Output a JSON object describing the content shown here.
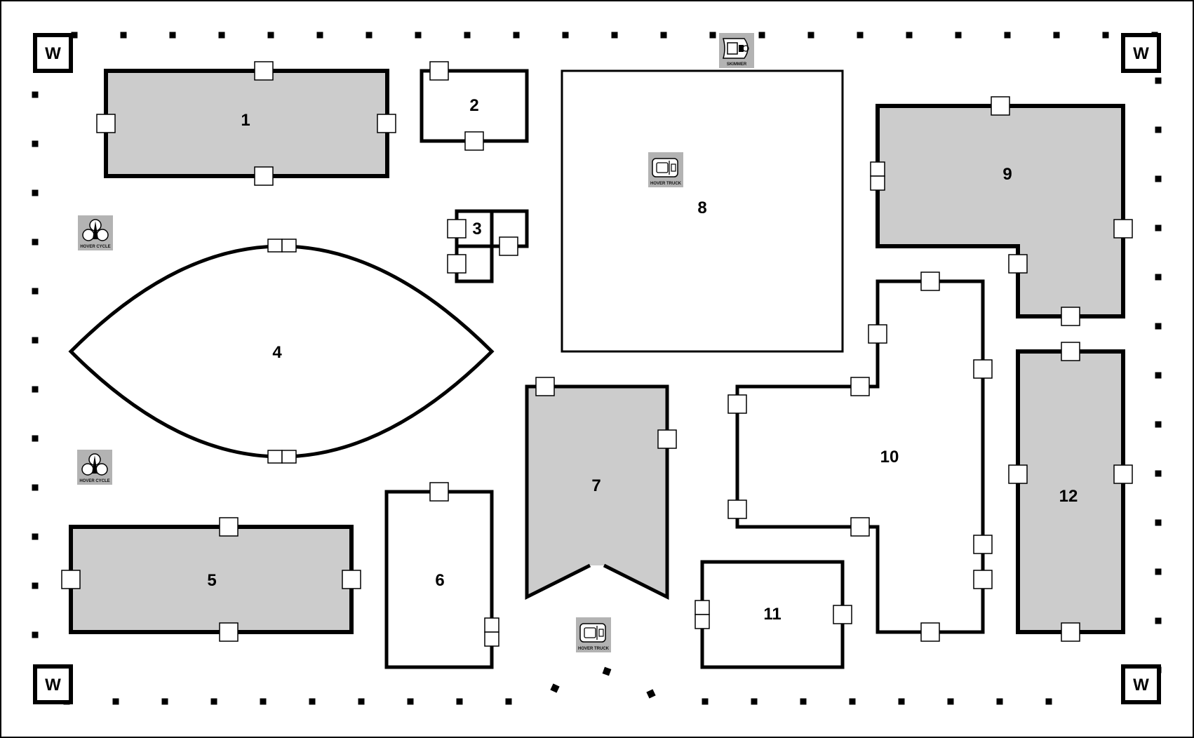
{
  "map": {
    "colors": {
      "border": "#000000",
      "wall": "#000000",
      "shaded_fill": "#cccccc",
      "open_fill": "#ffffff",
      "door_fill": "#ffffff",
      "unit_fill": "#b3b3b3"
    },
    "corner_markers": [
      {
        "label": "W",
        "position": "top-left"
      },
      {
        "label": "W",
        "position": "top-right"
      },
      {
        "label": "W",
        "position": "bottom-left"
      },
      {
        "label": "W",
        "position": "bottom-right"
      }
    ],
    "buildings": [
      {
        "label": "1",
        "shaded": true
      },
      {
        "label": "2",
        "shaded": false
      },
      {
        "label": "3",
        "shaded": false
      },
      {
        "label": "4",
        "shaded": false
      },
      {
        "label": "5",
        "shaded": true
      },
      {
        "label": "6",
        "shaded": false
      },
      {
        "label": "7",
        "shaded": true
      },
      {
        "label": "8",
        "shaded": false
      },
      {
        "label": "9",
        "shaded": true
      },
      {
        "label": "10",
        "shaded": false
      },
      {
        "label": "11",
        "shaded": false
      },
      {
        "label": "12",
        "shaded": true
      }
    ],
    "units": [
      {
        "label": "SKIMMER",
        "icon": "skimmer-icon"
      },
      {
        "label": "HOVER TRUCK",
        "icon": "hover-truck-icon"
      },
      {
        "label": "HOVER CYCLE",
        "icon": "hover-cycle-icon"
      },
      {
        "label": "HOVER CYCLE",
        "icon": "hover-cycle-icon"
      },
      {
        "label": "HOVER TRUCK",
        "icon": "hover-truck-icon"
      }
    ]
  }
}
